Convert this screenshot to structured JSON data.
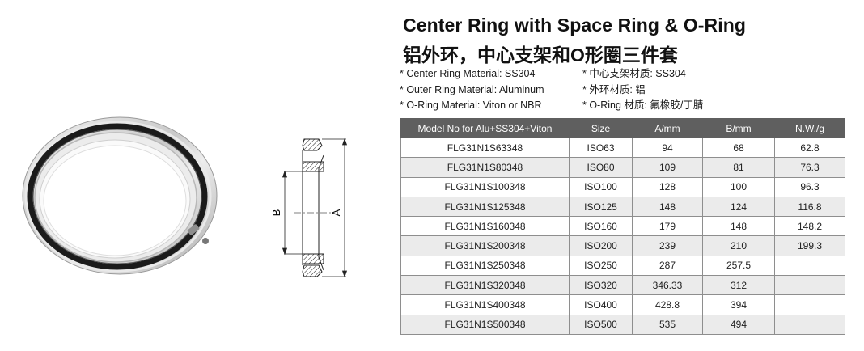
{
  "title_en": "Center Ring with Space Ring & O-Ring",
  "title_cn": "铝外环，中心支架和O形圈三件套",
  "specs_en": [
    "* Center Ring Material: SS304",
    "* Outer Ring Material: Aluminum",
    "* O-Ring Material: Viton or NBR"
  ],
  "specs_cn": [
    "* 中心支架材质: SS304",
    "* 外环材质: 铝",
    "* O-Ring 材质: 氟橡胶/丁腈"
  ],
  "drawing": {
    "label_a": "A",
    "label_b": "B"
  },
  "table": {
    "headers": [
      "Model No for Alu+SS304+Viton",
      "Size",
      "A/mm",
      "B/mm",
      "N.W./g"
    ],
    "rows": [
      [
        "FLG31N1S63348",
        "ISO63",
        "94",
        "68",
        "62.8"
      ],
      [
        "FLG31N1S80348",
        "ISO80",
        "109",
        "81",
        "76.3"
      ],
      [
        "FLG31N1S100348",
        "ISO100",
        "128",
        "100",
        "96.3"
      ],
      [
        "FLG31N1S125348",
        "ISO125",
        "148",
        "124",
        "116.8"
      ],
      [
        "FLG31N1S160348",
        "ISO160",
        "179",
        "148",
        "148.2"
      ],
      [
        "FLG31N1S200348",
        "ISO200",
        "239",
        "210",
        "199.3"
      ],
      [
        "FLG31N1S250348",
        "ISO250",
        "287",
        "257.5",
        ""
      ],
      [
        "FLG31N1S320348",
        "ISO320",
        "346.33",
        "312",
        ""
      ],
      [
        "FLG31N1S400348",
        "ISO400",
        "428.8",
        "394",
        ""
      ],
      [
        "FLG31N1S500348",
        "ISO500",
        "535",
        "494",
        ""
      ]
    ]
  },
  "colors": {
    "header_bg": "#5f5f5f",
    "row_shade": "#ebebeb",
    "oring": "#1b1b1b"
  }
}
